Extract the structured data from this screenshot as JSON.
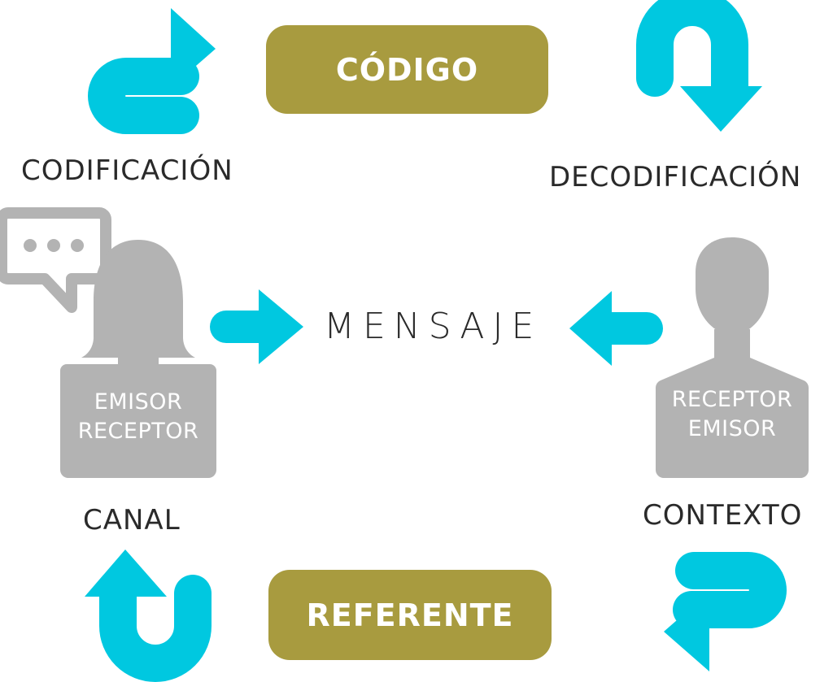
{
  "diagram": {
    "code_box": "CÓDIGO",
    "referent_box": "REFERENTE",
    "encoding_label": "CODIFICACIÓN",
    "decoding_label": "DECODIFICACIÓN",
    "message_label": "MENSAJE",
    "channel_label": "CANAL",
    "context_label": "CONTEXTO",
    "left_person": {
      "line1": "EMISOR",
      "line2": "RECEPTOR"
    },
    "right_person": {
      "line1": "RECEPTOR",
      "line2": "EMISOR"
    }
  },
  "colors": {
    "box": "#a89b3f",
    "arrow": "#00c8e0",
    "person": "#b3b3b3",
    "text": "#2a2a2a"
  }
}
